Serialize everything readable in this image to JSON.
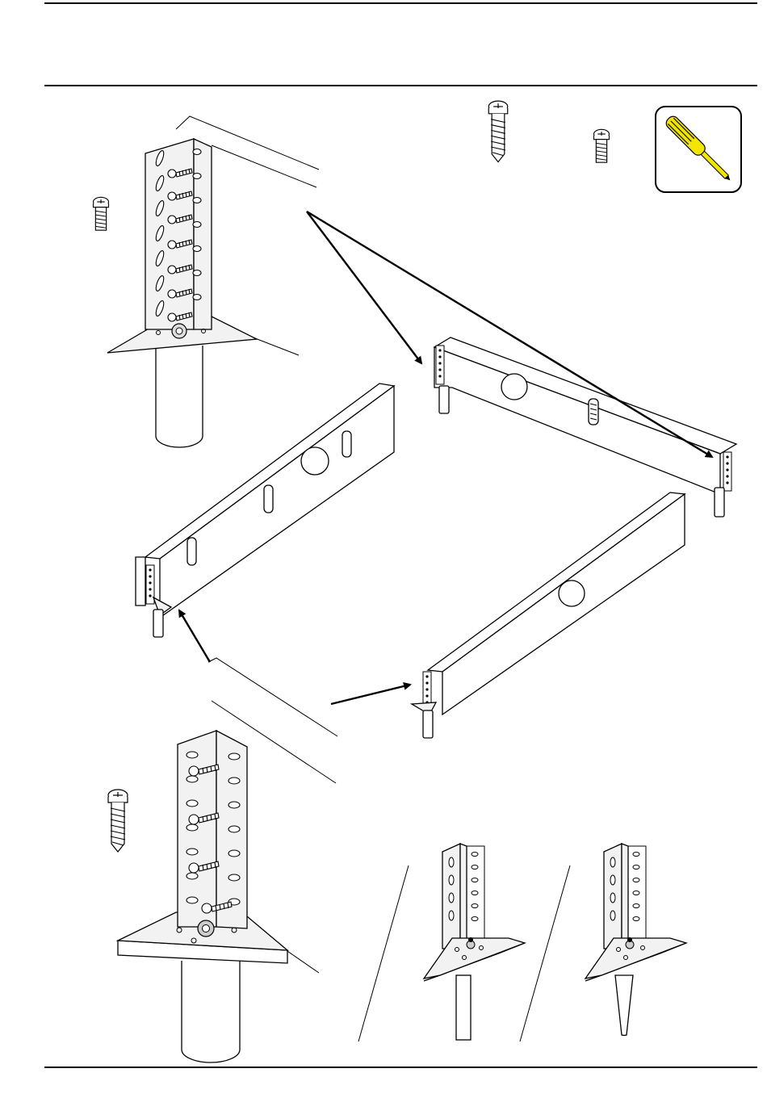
{
  "page": {
    "rule_color": "#000000",
    "background": "#ffffff"
  },
  "tool": {
    "icon": "screwdriver-icon",
    "handle_color": "#f2e600",
    "grip_color": "#1a1a1a"
  },
  "fasteners": [
    {
      "icon": "long-wood-screw-icon"
    },
    {
      "icon": "short-machine-screw-icon"
    },
    {
      "icon": "short-machine-screw-icon"
    },
    {
      "icon": "long-wood-screw-icon"
    }
  ],
  "steps": [
    {
      "name": "detail-corner-bracket-top"
    },
    {
      "name": "frame-assembly"
    },
    {
      "name": "detail-corner-bracket-bottom"
    },
    {
      "name": "leg-variants"
    }
  ]
}
